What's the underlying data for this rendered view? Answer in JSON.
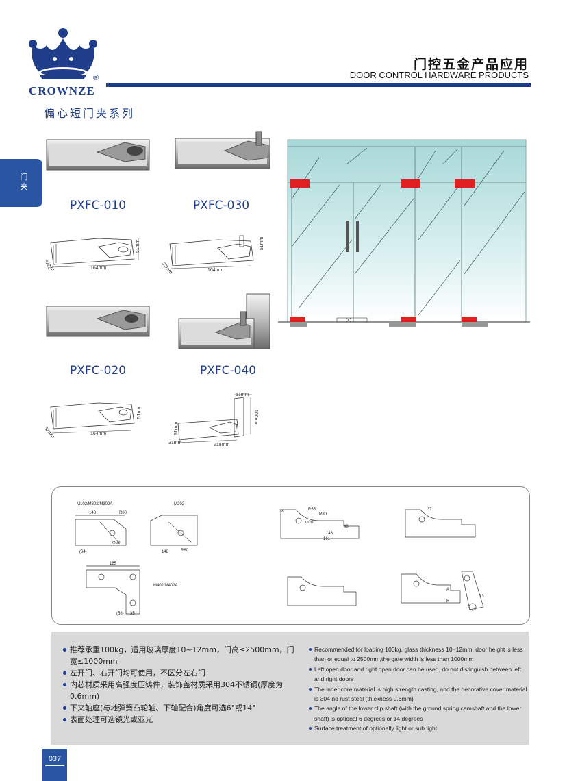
{
  "brand": {
    "name": "CROWNZE",
    "reg": "®"
  },
  "header": {
    "title_cn": "门控五金产品应用",
    "title_en": "DOOR CONTROL HARDWARE PRODUCTS"
  },
  "series_title": "偏心短门夹系列",
  "side_tab": "门夹",
  "products": [
    {
      "model": "PXFC-010",
      "dims": [
        "164mm",
        "32mm",
        "51mm"
      ]
    },
    {
      "model": "PXFC-030",
      "dims": [
        "164mm",
        "32mm",
        "51mm"
      ]
    },
    {
      "model": "PXFC-020",
      "dims": [
        "164mm",
        "32mm",
        "51mm"
      ]
    },
    {
      "model": "PXFC-040",
      "dims": [
        "218mm",
        "31mm",
        "51mm",
        "51mm",
        "100mm"
      ]
    }
  ],
  "drawings": {
    "d1_title": "M102/M302/M302A",
    "d2_title": "M202",
    "d3_title": "M402/M402A",
    "labels": [
      "148",
      "R80",
      "(64)",
      "Φ20",
      "R80",
      "148",
      "185",
      "(58)",
      "35",
      "R55",
      "R80",
      "Φ20",
      "36",
      "37",
      "68",
      "146",
      "161",
      "A",
      "B",
      "73"
    ]
  },
  "notes_cn": [
    "推荐承重100kg，适用玻璃厚度10~12mm，门高≤2500mm，门宽≤1000mm",
    "左开门、右开门均可使用，不区分左右门",
    "内芯材质采用高强度压铸件，装饰盖材质采用304不锈钢(厚度为0.6mm)",
    "下夹轴座(与地弹簧凸轮轴、下轴配合)角度可选6°或14°",
    "表面处理可选镜光或亚光"
  ],
  "notes_en": [
    "Recommended for loading 100kg, glass thickness 10~12mm, door height is less than or equal to 2500mm,the gate width is less than 1000mm",
    "Left open door and right open door can be used, do not distinguish between left and right doors",
    "The inner core material is high strength casting, and the decorative cover material is 304 no rust steel (thickness 0.6mm)",
    "The angle of the lower clip shaft (with the ground spring camshaft and the lower shaft) is optional 6 degrees or 14 degrees",
    "Surface treatment of optionally light or sub light"
  ],
  "page_number": "037",
  "colors": {
    "brand_blue": "#1f3d8a",
    "tab_blue": "#2a55a3",
    "clamp_red": "#e02020",
    "glass": "#bfe3e3"
  }
}
